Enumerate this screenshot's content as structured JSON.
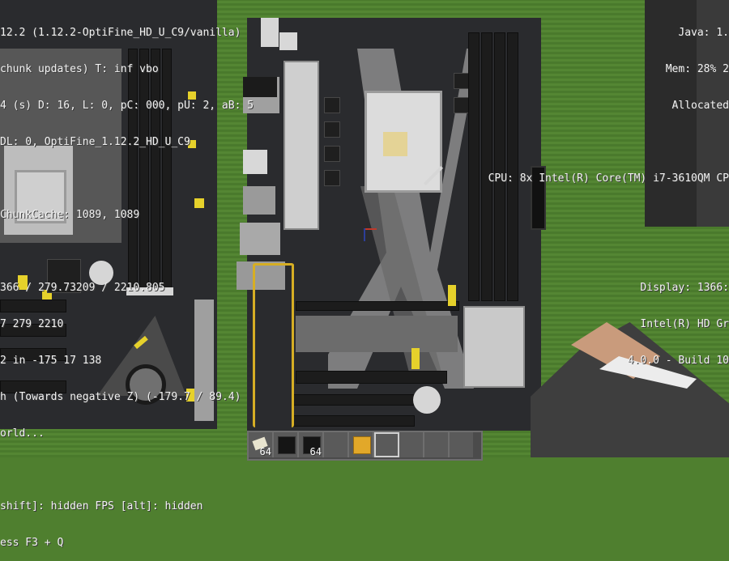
{
  "debug_left": {
    "lines": [
      "12.2 (1.12.2-OptiFine_HD_U_C9/vanilla)",
      "chunk updates) T: inf vbo",
      "4 (s) D: 16, L: 0, pC: 000, pU: 2, aB: 5",
      "DL: 0, OptiFine_1.12.2_HD_U_C9",
      "",
      "ChunkCache: 1089, 1089",
      "",
      "366 / 279.73209 / 2210.805",
      "7 279 2210",
      "2 in -175 17 138",
      "h (Towards negative Z) (-179.7 / 89.4)",
      "orld...",
      "",
      "shift]: hidden FPS [alt]: hidden",
      "ess F3 + Q"
    ]
  },
  "debug_right": {
    "lines": [
      "Java: 1.",
      "Mem: 28% 2",
      "Allocated",
      "",
      "CPU: 8x Intel(R) Core(TM) i7-3610QM CP",
      "",
      "",
      "Display: 1366:",
      "Intel(R) HD Gr",
      "4.0.0 - Build 10"
    ]
  },
  "hotbar": {
    "slots": [
      {
        "item": "paper-icon",
        "count": "64"
      },
      {
        "item": "black-block-icon",
        "count": ""
      },
      {
        "item": "black-block-icon",
        "count": "64"
      },
      {
        "item": "empty",
        "count": ""
      },
      {
        "item": "gold-block-icon",
        "count": ""
      },
      {
        "item": "empty",
        "count": ""
      },
      {
        "item": "empty",
        "count": ""
      },
      {
        "item": "empty",
        "count": ""
      },
      {
        "item": "empty",
        "count": ""
      }
    ],
    "selected_index": 5
  },
  "colors": {
    "grass": "#4f7f2f",
    "board": "#2a2b2e",
    "accent_yellow": "#e6d12b",
    "gold_trace": "#d6ae24",
    "text": "#f2f2f2"
  }
}
